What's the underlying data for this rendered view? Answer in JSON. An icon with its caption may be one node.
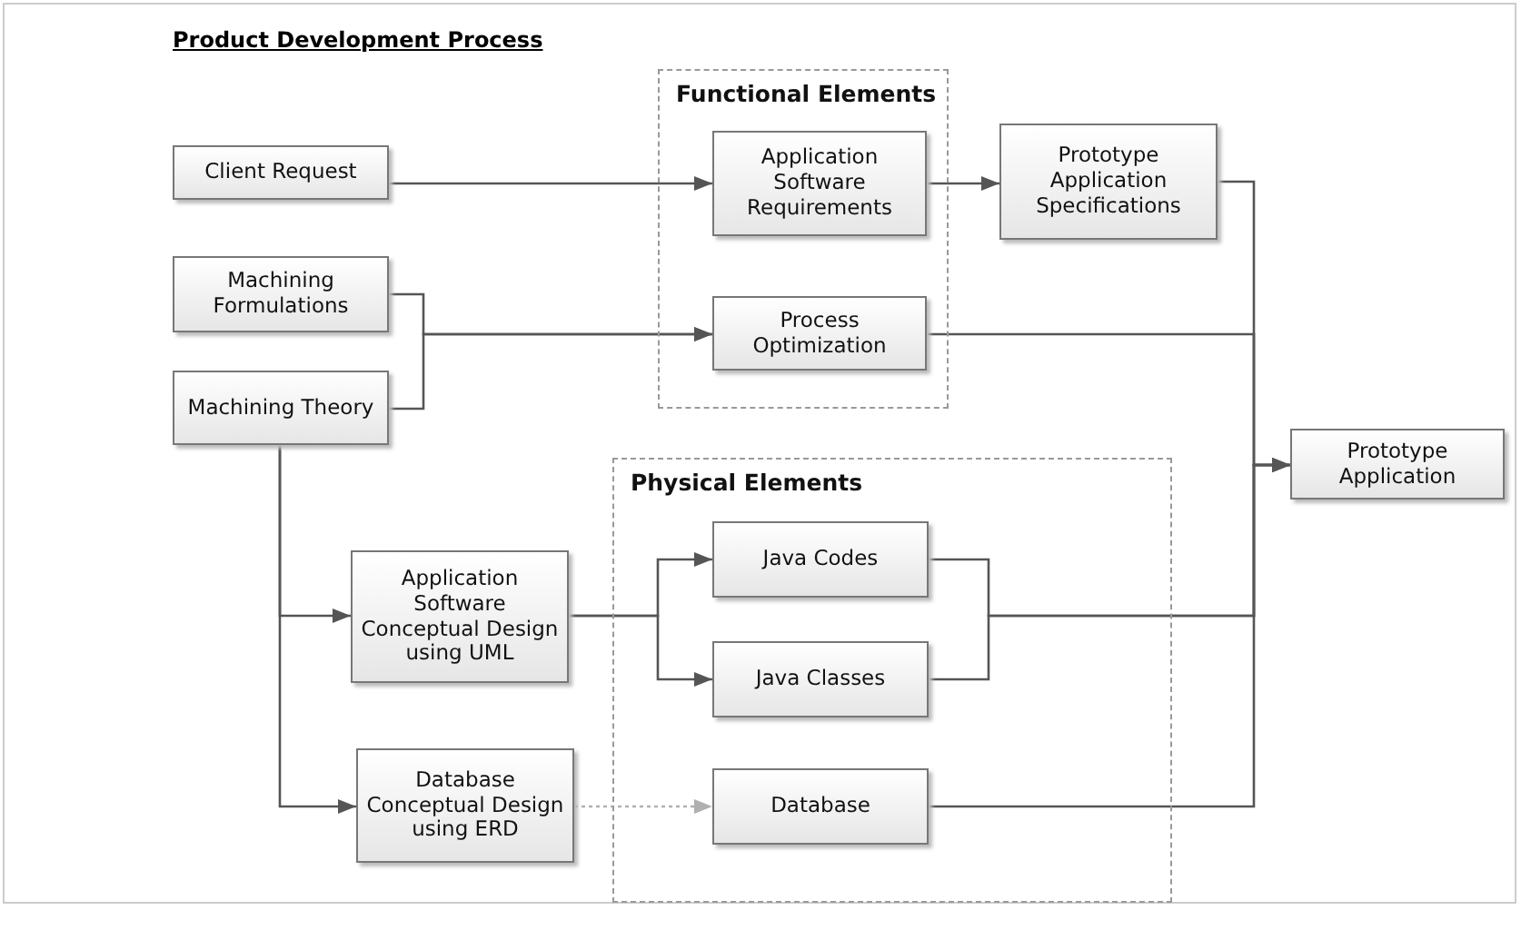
{
  "diagram": {
    "title": "Product Development Process",
    "nodes": [
      {
        "text": [
          "Functional Elements"
        ]
      },
      {
        "text": [
          "Client Request"
        ]
      },
      {
        "text": [
          "Application Software Requirements"
        ],
        "in": 0
      },
      {
        "text": [
          "Prototype Application Specifications"
        ]
      },
      {
        "text": [
          "Machining Formulations"
        ]
      },
      {
        "text": [
          "Process Optimization"
        ],
        "in": 0
      },
      {
        "text": [
          "Machining Theory"
        ]
      },
      {
        "text": [
          "Physical Elements"
        ]
      },
      {
        "text": [
          "Prototype Application"
        ]
      },
      {
        "text": [
          "Java Codes"
        ],
        "in": 7
      },
      {
        "text": [
          "Application Software Conceptual Design using UML"
        ]
      },
      {
        "text": [
          "Java Classes"
        ],
        "in": 7
      },
      {
        "text": [
          "Database Conceptual Design using ERD"
        ]
      },
      {
        "text": [
          "Database"
        ],
        "in": 7
      }
    ],
    "edges": [
      {
        "from": 1,
        "to": 2,
        "arrow": "to"
      },
      {
        "from": 2,
        "to": 3,
        "arrow": "to"
      },
      {
        "from": 4,
        "to": 5,
        "arrow": "to"
      },
      {
        "from": 6,
        "to": 5,
        "arrow": "to"
      },
      {
        "from": 3,
        "to": 8,
        "arrow": "to"
      },
      {
        "from": 5,
        "to": 8,
        "arrow": "to"
      },
      {
        "from": 9,
        "to": 8,
        "arrow": "to"
      },
      {
        "from": 11,
        "to": 8,
        "arrow": "to"
      },
      {
        "from": 13,
        "to": 8,
        "arrow": "to"
      },
      {
        "from": 6,
        "to": 10,
        "arrow": "to"
      },
      {
        "from": 6,
        "to": 12,
        "arrow": "to"
      },
      {
        "from": 10,
        "to": 9,
        "arrow": "to"
      },
      {
        "from": 10,
        "to": 11,
        "arrow": "to"
      },
      {
        "from": 12,
        "to": 13,
        "arrow": "to",
        "style": "dashed",
        "color": "#b0b0b0"
      }
    ]
  }
}
